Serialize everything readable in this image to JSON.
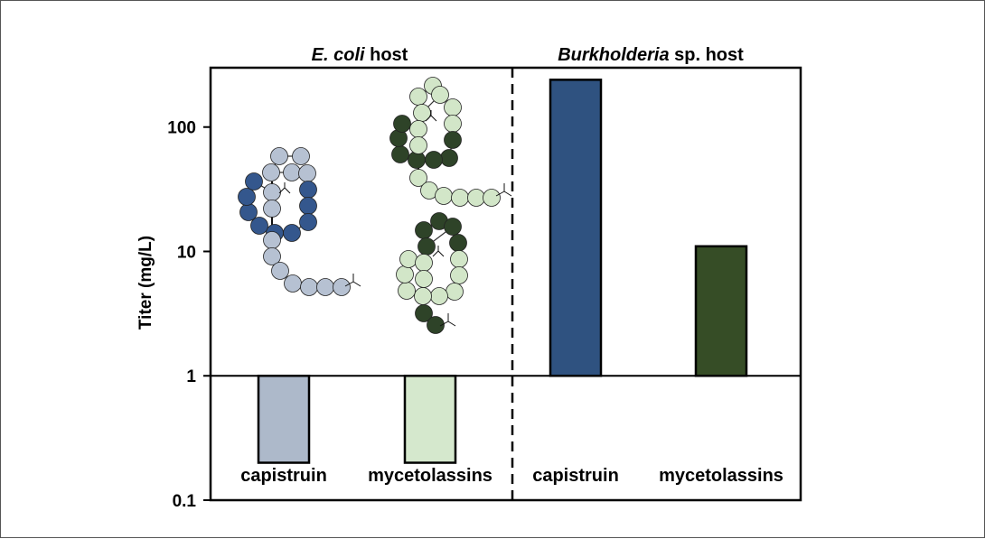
{
  "chart_data": {
    "type": "bar",
    "ylabel": "Titer (mg/L)",
    "yscale": "log",
    "ylim": [
      0.1,
      300
    ],
    "baseline": 1,
    "yticks": [
      {
        "value": 0.1,
        "label": "0.1"
      },
      {
        "value": 1,
        "label": "1"
      },
      {
        "value": 10,
        "label": "10"
      },
      {
        "value": 100,
        "label": "100"
      }
    ],
    "groups": [
      {
        "title_italic": "E. coli",
        "title_rest": " host"
      },
      {
        "title_italic": "Burkholderia",
        "title_rest": " sp. host"
      }
    ],
    "bars": [
      {
        "group": 0,
        "category": "capistruin",
        "value": 0.2,
        "color": "#adb9ca"
      },
      {
        "group": 0,
        "category": "mycetolassins",
        "value": 0.2,
        "color": "#d5e8cd"
      },
      {
        "group": 1,
        "category": "capistruin",
        "value": 240,
        "color": "#2f5280"
      },
      {
        "group": 1,
        "category": "mycetolassins",
        "value": 11,
        "color": "#364d26"
      }
    ],
    "colors": {
      "capistruin_dark": "#34578d",
      "capistruin_light": "#b6c1d2",
      "mycetolassin_dark": "#2e4328",
      "mycetolassin_light": "#d2e6c8"
    }
  }
}
